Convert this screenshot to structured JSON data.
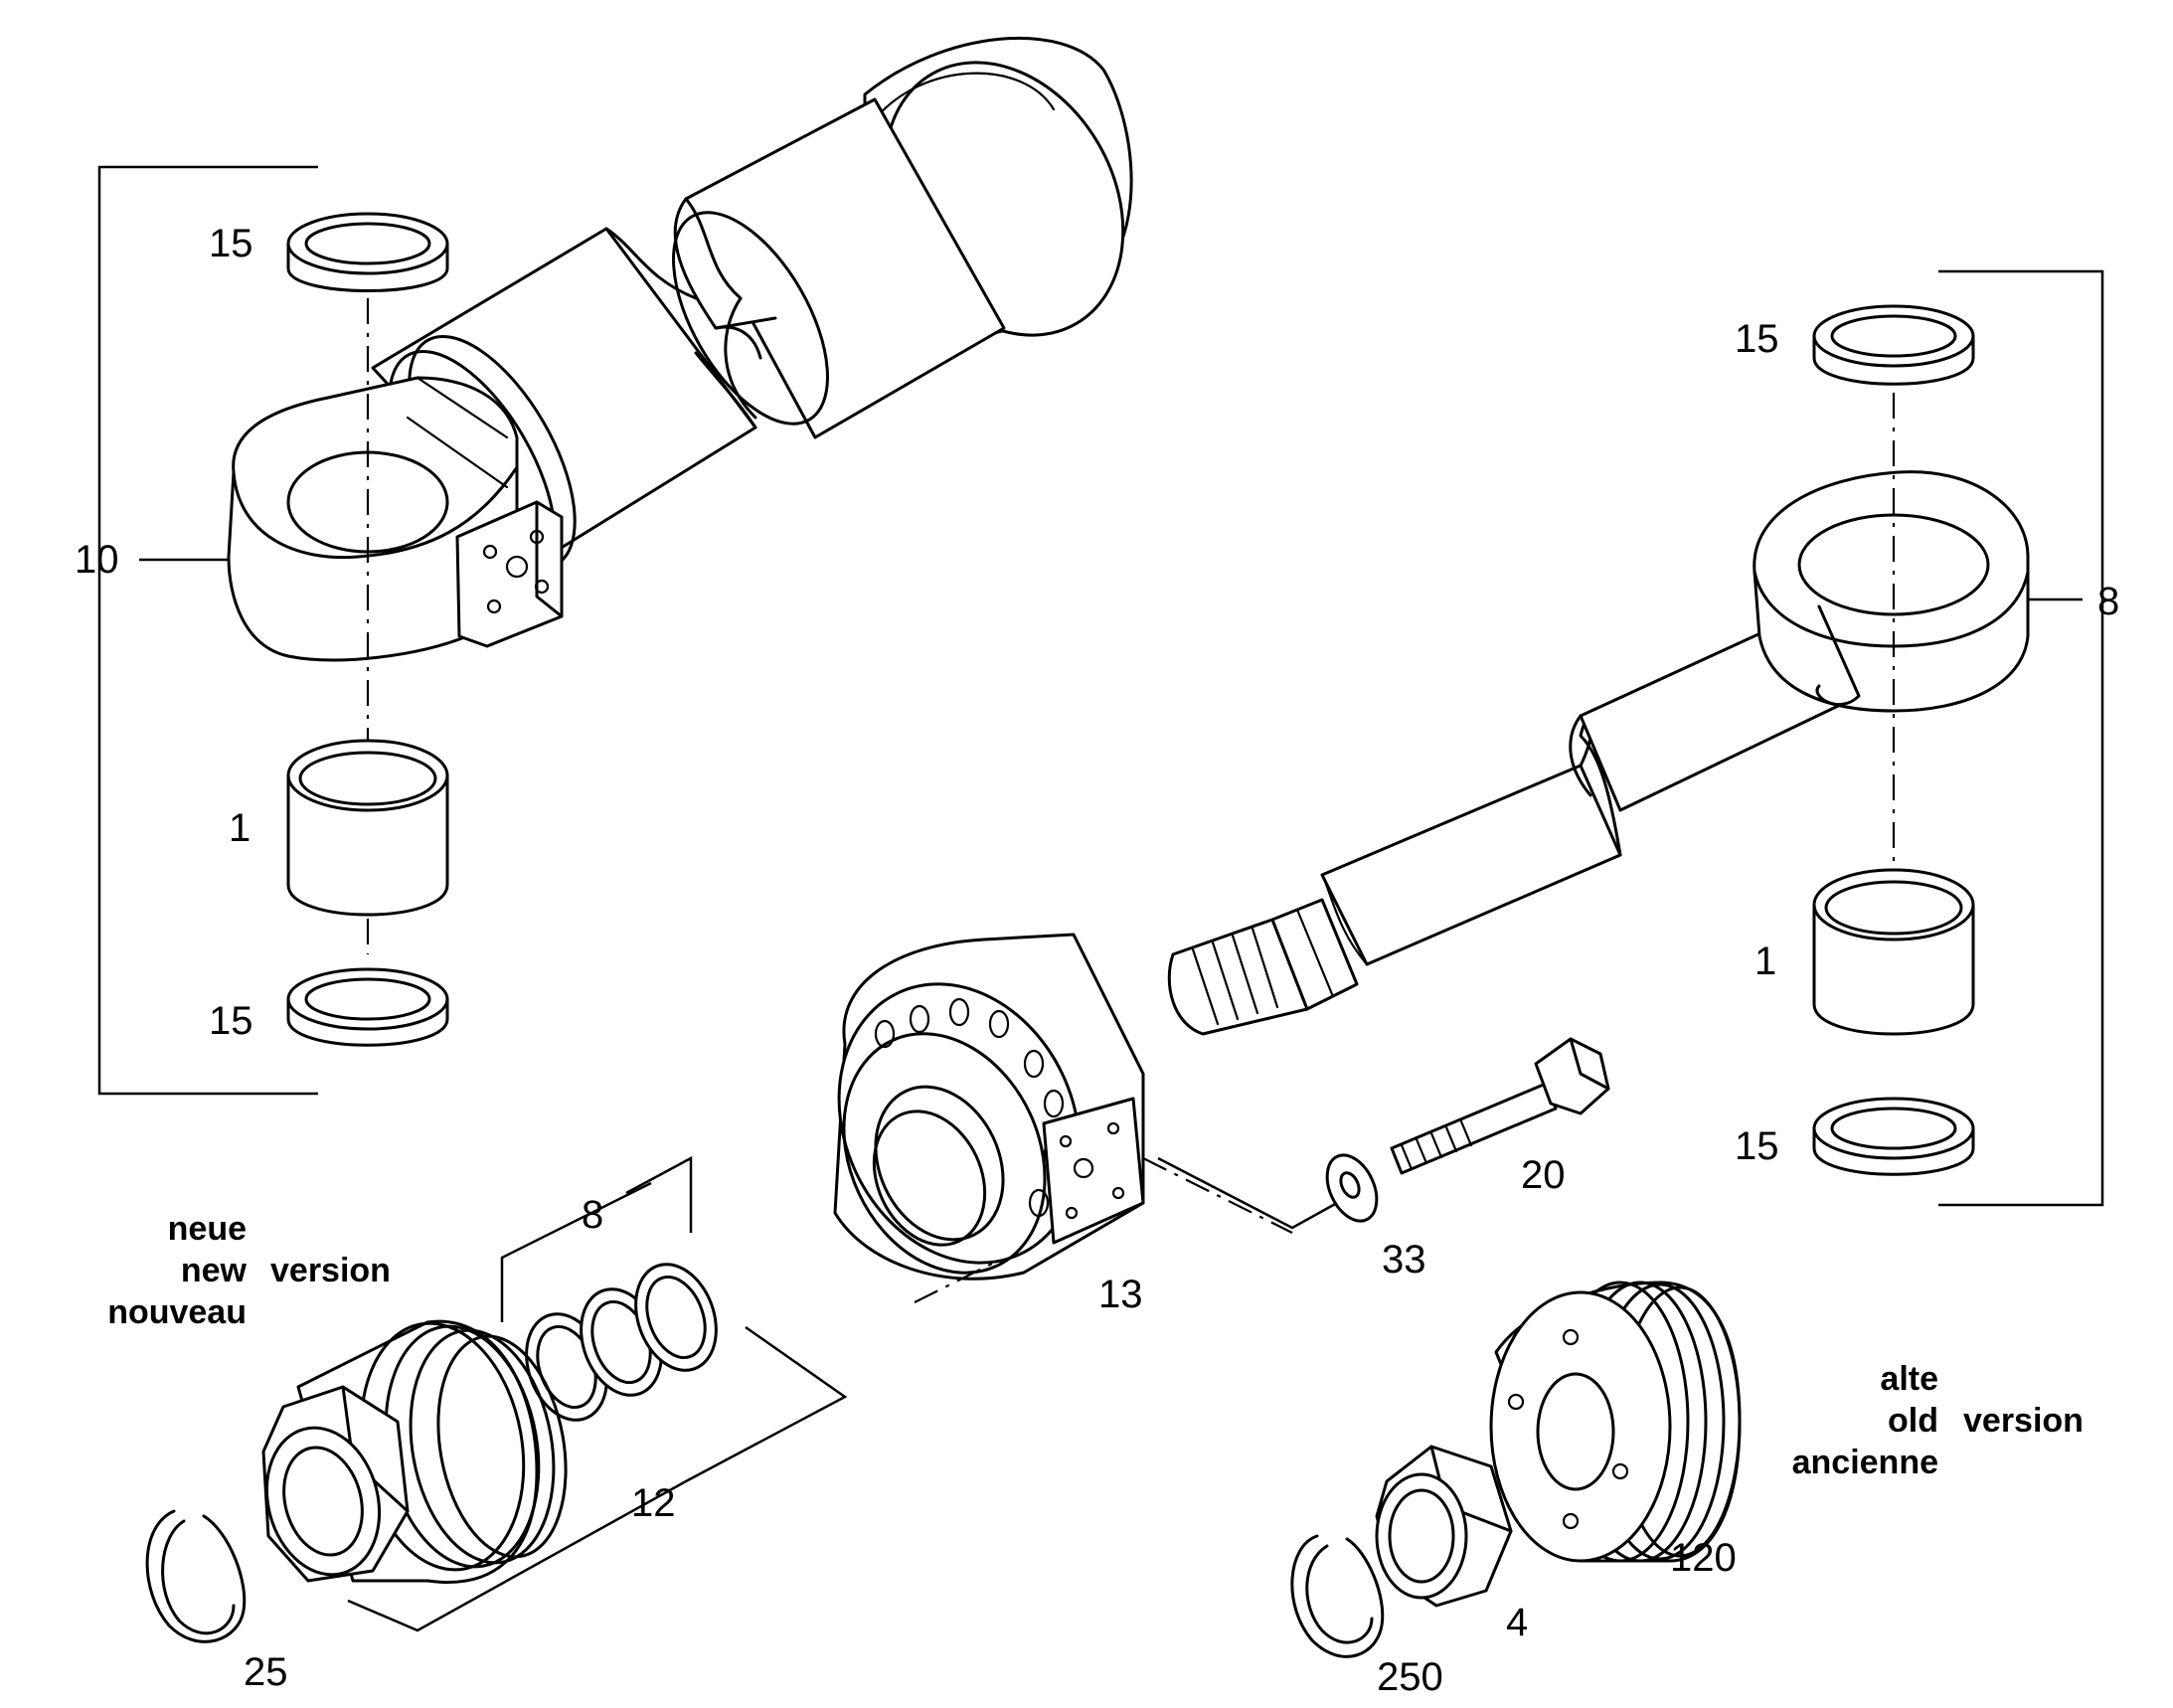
{
  "callouts": {
    "c10": "10",
    "c15_tl": "15",
    "c1_l": "1",
    "c15_bl": "15",
    "c15_tr": "15",
    "c8_r": "8",
    "c1_r": "1",
    "c15_br": "15",
    "c20": "20",
    "c33": "33",
    "c13": "13",
    "c8_seals": "8",
    "c12": "12",
    "c25": "25",
    "c120": "120",
    "c4": "4",
    "c250": "250"
  },
  "new_version": {
    "line1": "neue",
    "line2": "new",
    "line3": "nouveau",
    "word": "version"
  },
  "old_version": {
    "line1": "alte",
    "line2": "old",
    "line3": "ancienne",
    "word": "version"
  }
}
